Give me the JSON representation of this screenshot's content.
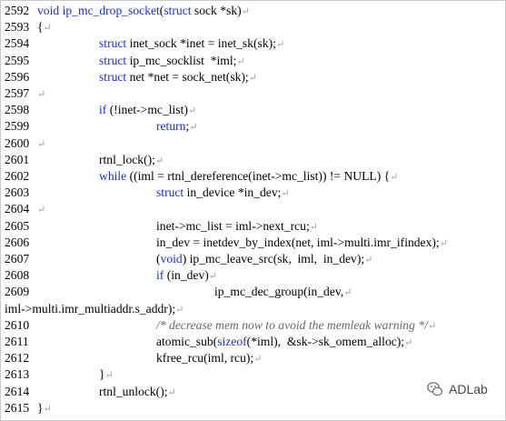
{
  "code_lines": [
    {
      "num": "2592",
      "indent": 0,
      "parts": [
        [
          "kw",
          "void "
        ],
        [
          "fn",
          "ip_mc_drop_socket"
        ],
        [
          "n",
          "("
        ],
        [
          "kw",
          "struct"
        ],
        [
          "n",
          " sock *sk)"
        ]
      ]
    },
    {
      "num": "2593",
      "indent": 0,
      "parts": [
        [
          "n",
          "{"
        ]
      ]
    },
    {
      "num": "2594",
      "indent": 1,
      "parts": [
        [
          "kw",
          "struct"
        ],
        [
          "n",
          " inet_sock *inet = inet_sk(sk);"
        ]
      ]
    },
    {
      "num": "2595",
      "indent": 1,
      "parts": [
        [
          "kw",
          "struct"
        ],
        [
          "n",
          " ip_mc_socklist  *iml;"
        ]
      ]
    },
    {
      "num": "2596",
      "indent": 1,
      "parts": [
        [
          "kw",
          "struct"
        ],
        [
          "n",
          " net *net = sock_net(sk);"
        ]
      ]
    },
    {
      "num": "2597",
      "indent": 0,
      "parts": []
    },
    {
      "num": "2598",
      "indent": 1,
      "parts": [
        [
          "kw",
          "if"
        ],
        [
          "n",
          " (!inet->mc_list)"
        ]
      ]
    },
    {
      "num": "2599",
      "indent": 2,
      "parts": [
        [
          "kw",
          "return"
        ],
        [
          "n",
          ";"
        ]
      ]
    },
    {
      "num": "2600",
      "indent": 0,
      "parts": []
    },
    {
      "num": "2601",
      "indent": 1,
      "parts": [
        [
          "n",
          "rtnl_lock();"
        ]
      ]
    },
    {
      "num": "2602",
      "indent": 1,
      "parts": [
        [
          "kw",
          "while"
        ],
        [
          "n",
          " ((iml = rtnl_dereference(inet->mc_list)) != NULL) {"
        ]
      ]
    },
    {
      "num": "2603",
      "indent": 2,
      "parts": [
        [
          "kw",
          "struct"
        ],
        [
          "n",
          " in_device *in_dev;"
        ]
      ]
    },
    {
      "num": "2604",
      "indent": 0,
      "parts": []
    },
    {
      "num": "2605",
      "indent": 2,
      "parts": [
        [
          "n",
          "inet->mc_list = iml->next_rcu;"
        ]
      ]
    },
    {
      "num": "2606",
      "indent": 2,
      "parts": [
        [
          "n",
          "in_dev = inetdev_by_index(net, iml->multi.imr_ifindex);"
        ]
      ]
    },
    {
      "num": "2607",
      "indent": 2,
      "parts": [
        [
          "n",
          "("
        ],
        [
          "kw",
          "void"
        ],
        [
          "n",
          ") ip_mc_leave_src(sk,  iml,  in_dev);"
        ]
      ]
    },
    {
      "num": "2608",
      "indent": 2,
      "parts": [
        [
          "kw",
          "if"
        ],
        [
          "n",
          " (in_dev)"
        ]
      ]
    },
    {
      "num": "2609",
      "indent": 3,
      "parts": [
        [
          "n",
          "ip_mc_dec_group(in_dev,"
        ]
      ]
    },
    {
      "num": "",
      "indent": 0,
      "parts": [
        [
          "n",
          "iml->multi.imr_multiaddr.s_addr);"
        ]
      ]
    },
    {
      "num": "2610",
      "indent": 2,
      "parts": [
        [
          "cm",
          "/* decrease mem now to avoid the memleak warning */"
        ]
      ]
    },
    {
      "num": "2611",
      "indent": 2,
      "parts": [
        [
          "n",
          "atomic_sub("
        ],
        [
          "kw",
          "sizeof"
        ],
        [
          "n",
          "(*iml),  &sk->sk_omem_alloc);"
        ]
      ]
    },
    {
      "num": "2612",
      "indent": 2,
      "parts": [
        [
          "n",
          "kfree_rcu(iml, rcu);"
        ]
      ]
    },
    {
      "num": "2613",
      "indent": 1,
      "parts": [
        [
          "n",
          "}"
        ]
      ]
    },
    {
      "num": "2614",
      "indent": 1,
      "parts": [
        [
          "n",
          "rtnl_unlock();"
        ]
      ]
    },
    {
      "num": "2615",
      "indent": 0,
      "parts": [
        [
          "n",
          "}"
        ]
      ]
    }
  ],
  "return_arrow": "↵",
  "watermark": {
    "text": "ADLab",
    "icon": "wechat-bubble-icon"
  },
  "colors": {
    "keyword": "#1a2ed4",
    "comment": "#666666",
    "text": "#000000",
    "arrow": "#9b9b9b"
  }
}
